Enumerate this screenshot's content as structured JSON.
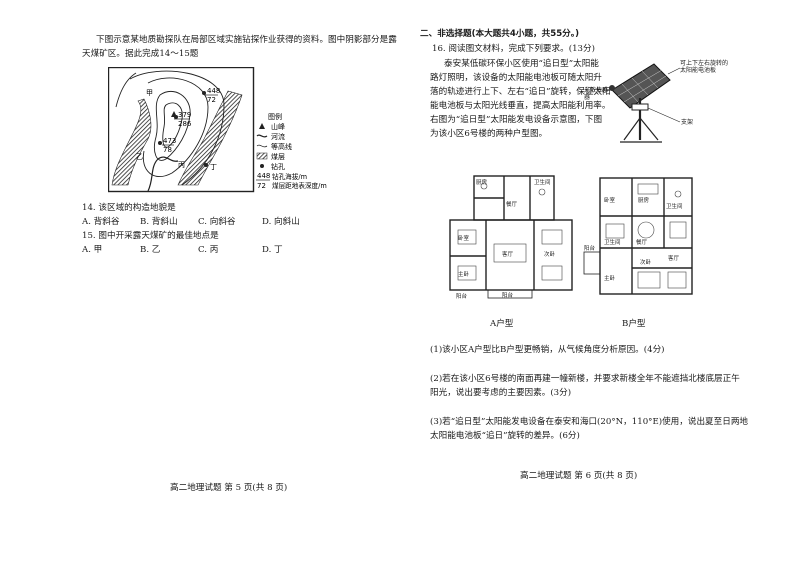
{
  "left_page": {
    "intro_line1": "下图示意某地质勘探队在局部区域实施钻探作业获得的资料。图中阴影部分是露",
    "intro_line2": "天煤矿区。据此完成14～15题",
    "map": {
      "spot_values": [
        "448",
        "72",
        "379",
        "286",
        "473",
        "78",
        "甲",
        "乙",
        "丙",
        "丁"
      ],
      "legend_title": "图例",
      "legend_items": [
        {
          "icon": "peak-triangle-icon",
          "label": "山峰"
        },
        {
          "icon": "river-icon",
          "label": "河流"
        },
        {
          "icon": "contour-icon",
          "label": "等高线"
        },
        {
          "icon": "coal-layer-icon",
          "label": "煤层"
        },
        {
          "icon": "drill-hole-icon",
          "label": "钻孔"
        }
      ],
      "legend_fraction_top": "448",
      "legend_fraction_bottom": "72",
      "legend_fraction_top_label": "钻孔海拔/m",
      "legend_fraction_bottom_label": "煤层距地表深度/m"
    },
    "q14": "14. 该区域的构造地貌是",
    "q14_options": [
      "A. 背斜谷",
      "B. 背斜山",
      "C. 向斜谷",
      "D. 向斜山"
    ],
    "q15": "15. 图中开采露天煤矿的最佳地点是",
    "q15_options": [
      "A. 甲",
      "B. 乙",
      "C. 丙",
      "D. 丁"
    ],
    "footer": "高二地理试题  第 5 页(共 8 页)"
  },
  "right_page": {
    "section_title": "二、非选择题(本大题共4小题，共55分。)",
    "q16_title": "16. 阅读图文材料，完成下列要求。(13分)",
    "q16_para": [
      "泰安某低碳环保小区使用“追日型”太阳能",
      "路灯照明，该设备的太阳能电池板可随太阳升",
      "落的轨迹进行上下、左右“追日”旋转，保证太阳",
      "能电池板与太阳光线垂直，提高太阳能利用率。",
      "右图为“追日型”太阳能发电设备示意图，下图",
      "为该小区6号楼的两种户型图。"
    ],
    "device_labels": {
      "sensor": "光敏传感器",
      "panel": "可上下左右旋转的太阳能电池板",
      "bracket": "支架"
    },
    "floorplan_a": {
      "caption": "A户型",
      "rooms": [
        "厨房",
        "卫生间",
        "餐厅",
        "卧室",
        "主卧",
        "客厅",
        "次卧",
        "阳台",
        "阳台"
      ]
    },
    "floorplan_b": {
      "caption": "B户型",
      "rooms": [
        "厨房",
        "卧室",
        "卫生间",
        "餐厅",
        "客厅",
        "主卧",
        "次卧",
        "阳台",
        "卫生间"
      ]
    },
    "sub_q1": "(1)该小区A户型比B户型更畅销，从气候角度分析原因。(4分)",
    "sub_q2_line1": "(2)若在该小区6号楼的南面再建一幢新楼，并要求新楼全年不能遮挡北楼底层正午",
    "sub_q2_line2": "阳光，说出要考虑的主要因素。(3分)",
    "sub_q3_line1": "(3)若“追日型”太阳能发电设备在泰安和海口(20°N，110°E)使用，说出夏至日两地",
    "sub_q3_line2": "太阳能电池板“追日”旋转的差异。(6分)",
    "footer": "高二地理试题  第 6 页(共 8 页)"
  }
}
